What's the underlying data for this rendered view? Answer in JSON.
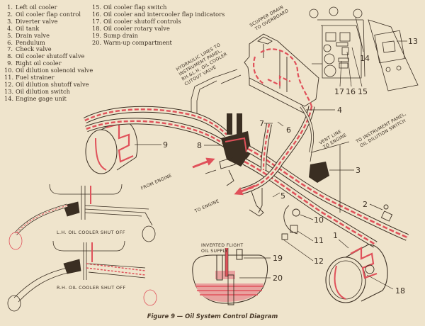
{
  "legend": {
    "col1": [
      {
        "n": "1.",
        "label": "Left oil cooler"
      },
      {
        "n": "2.",
        "label": "Oil cooler flap control"
      },
      {
        "n": "3.",
        "label": "Diverter valve"
      },
      {
        "n": "4.",
        "label": "Oil tank"
      },
      {
        "n": "5.",
        "label": "Drain valve"
      },
      {
        "n": "6.",
        "label": "Pendulum"
      },
      {
        "n": "7.",
        "label": "Check valve"
      },
      {
        "n": "8.",
        "label": "Oil cooler shutoff valve"
      },
      {
        "n": "9.",
        "label": "Right oil cooler"
      },
      {
        "n": "10.",
        "label": "Oil dilution solenoid valve"
      },
      {
        "n": "11.",
        "label": "Fuel strainer"
      },
      {
        "n": "12.",
        "label": "Oil dilution shutoff valve"
      },
      {
        "n": "13.",
        "label": "Oil dilution switch"
      },
      {
        "n": "14.",
        "label": "Engine gage unit"
      }
    ],
    "col2": [
      {
        "n": "15.",
        "label": "Oil cooler flap switch"
      },
      {
        "n": "16.",
        "label": "Oil cooler and intercooler flap indicators"
      },
      {
        "n": "17.",
        "label": "Oil cooler shutoff controls"
      },
      {
        "n": "18.",
        "label": "Oil cooler rotary valve"
      },
      {
        "n": "19.",
        "label": "Sump drain"
      },
      {
        "n": "20.",
        "label": "Warm-up compartment"
      }
    ]
  },
  "callouts": {
    "c1": "1",
    "c2": "2",
    "c3": "3",
    "c4": "4",
    "c5": "5",
    "c6": "6",
    "c7": "7",
    "c8": "8",
    "c9": "9",
    "c10": "10",
    "c11": "11",
    "c12": "12",
    "c13": "13",
    "c14": "14",
    "c15": "15",
    "c16": "16",
    "c17": "17",
    "c18": "18",
    "c19": "19",
    "c20": "20"
  },
  "notes": {
    "scupper_1": "SCUPPER DRAIN",
    "scupper_2": "TO OVERBOARD",
    "hyd_1": "HYDRAULIC LINES TO",
    "hyd_2": "INSTRUMENT PANEL,",
    "hyd_3": "RH.&L.H. OIL COOLER",
    "hyd_4": "CUTOUT VALVE",
    "vent_1": "VENT LINE",
    "vent_2": "TO ENGINE",
    "instr_1": "TO INSTRUMENT PANEL,",
    "instr_2": "OIL DILUTION SWITCH",
    "from_engine": "FROM ENGINE",
    "to_engine": "TO ENGINE",
    "inverted_1": "INVERTED FLIGHT",
    "inverted_2": "OIL SUPPLY",
    "lh_shutoff": "L.H. OIL COOLER SHUT OFF",
    "rh_shutoff": "R.H. OIL COOLER SHUT OFF"
  },
  "caption": "Figure 9 — Oil System Control Diagram",
  "colors": {
    "oil": "#e0515a",
    "ink": "#3a2e22",
    "paper": "#efe4cc"
  }
}
